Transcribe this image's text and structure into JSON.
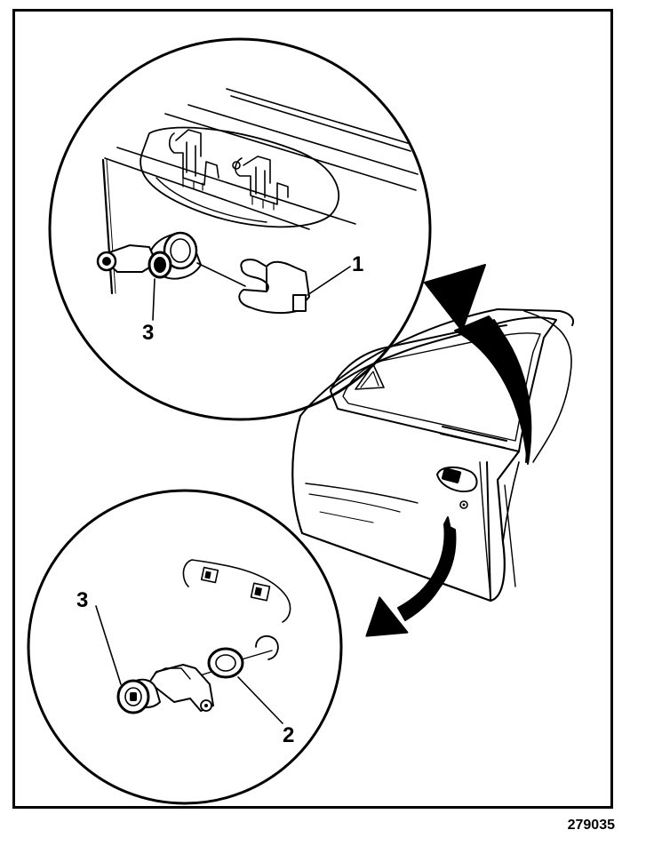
{
  "callouts": {
    "top_clip": "1",
    "top_cylinder": "3",
    "bottom_cylinder": "3",
    "bottom_gasket": "2"
  },
  "figure_number": "279035",
  "colors": {
    "line": "#000000",
    "fill": "#ffffff"
  }
}
